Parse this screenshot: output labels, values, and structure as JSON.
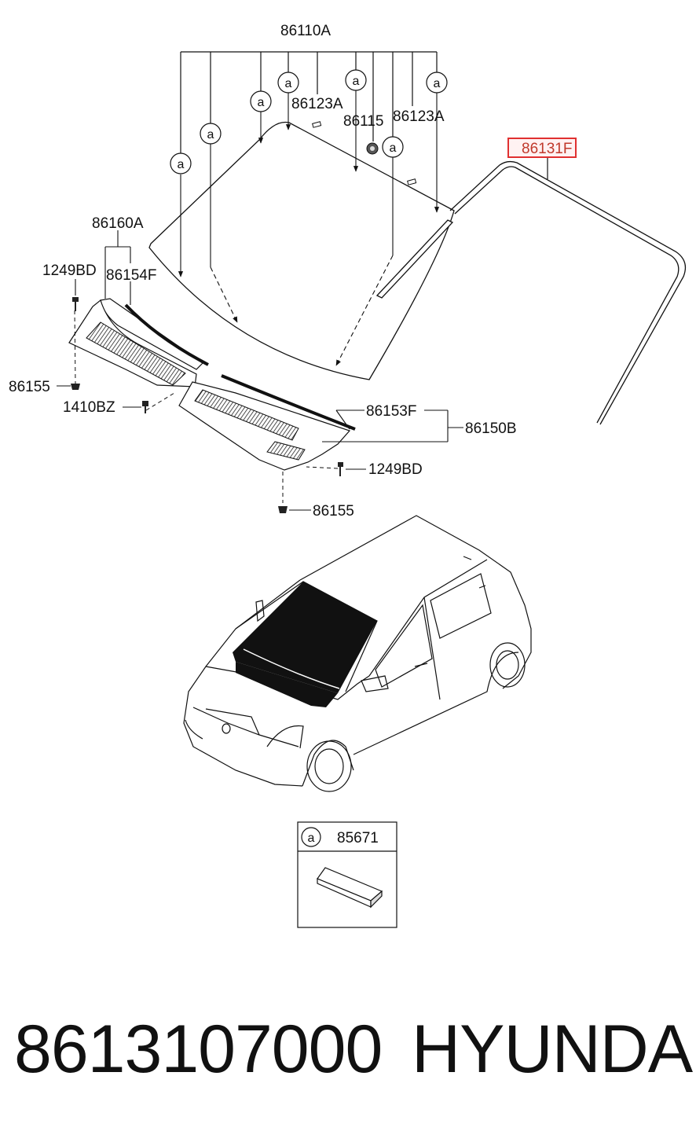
{
  "labels": {
    "p86110A": "86110A",
    "p86123A_left": "86123A",
    "p86115": "86115",
    "p86123A_right": "86123A",
    "p86131F": "86131F",
    "p86160A": "86160A",
    "p1249BD_left": "1249BD",
    "p86154F": "86154F",
    "p86155_left": "86155",
    "p1410BZ": "1410BZ",
    "p86153F": "86153F",
    "p86150B": "86150B",
    "p1249BD_right": "1249BD",
    "p86155_bottom": "86155"
  },
  "callout_letter": "a",
  "legend": {
    "letter": "a",
    "part": "85671"
  },
  "footer": {
    "part_number": "8613107000",
    "brand": "HYUNDAI"
  },
  "highlight_color": "#e03030"
}
